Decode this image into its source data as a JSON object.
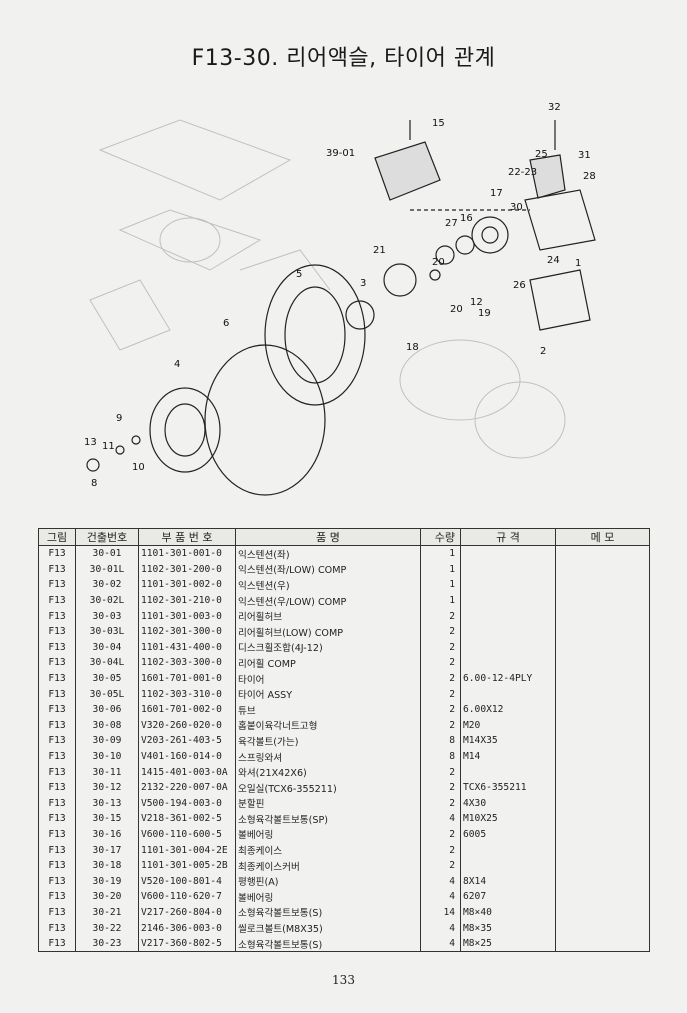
{
  "title": "F13-30. 리어액슬, 타이어 관계",
  "callouts": [
    "15",
    "39-01",
    "32",
    "25",
    "31",
    "22-23",
    "28",
    "17",
    "30",
    "27",
    "16",
    "24",
    "1",
    "21",
    "20",
    "5",
    "3",
    "20",
    "12",
    "19",
    "26",
    "2",
    "18",
    "6",
    "4",
    "9",
    "13",
    "11",
    "10",
    "8"
  ],
  "table": {
    "headers": [
      "그림",
      "건출번호",
      "부 품 번 호",
      "품      명",
      "수량",
      "규    격",
      "메   모"
    ],
    "rows": [
      [
        "F13",
        "30-01",
        "1101-301-001-0",
        "익스텐션(좌)",
        "1",
        "",
        ""
      ],
      [
        "F13",
        "30-01L",
        "1102-301-200-0",
        "익스텐션(좌/LOW) COMP",
        "1",
        "",
        ""
      ],
      [
        "F13",
        "30-02",
        "1101-301-002-0",
        "익스텐션(우)",
        "1",
        "",
        ""
      ],
      [
        "F13",
        "30-02L",
        "1102-301-210-0",
        "익스텐션(우/LOW) COMP",
        "1",
        "",
        ""
      ],
      [
        "F13",
        "30-03",
        "1101-301-003-0",
        "리어휠허브",
        "2",
        "",
        ""
      ],
      [
        "F13",
        "30-03L",
        "1102-301-300-0",
        "리어휠허브(LOW) COMP",
        "2",
        "",
        ""
      ],
      [
        "F13",
        "30-04",
        "1101-431-400-0",
        "디스크휠조합(4J-12)",
        "2",
        "",
        ""
      ],
      [
        "F13",
        "30-04L",
        "1102-303-300-0",
        "리어휠 COMP",
        "2",
        "",
        ""
      ],
      [
        "F13",
        "30-05",
        "1601-701-001-0",
        "타이어",
        "2",
        "6.00-12-4PLY",
        ""
      ],
      [
        "F13",
        "30-05L",
        "1102-303-310-0",
        "타이어 ASSY",
        "2",
        "",
        ""
      ],
      [
        "F13",
        "30-06",
        "1601-701-002-0",
        "튜브",
        "2",
        "6.00X12",
        ""
      ],
      [
        "F13",
        "30-08",
        "V320-260-020-0",
        "홈붙이육각너트고형",
        "2",
        "M20",
        ""
      ],
      [
        "F13",
        "30-09",
        "V203-261-403-5",
        "육각볼트(가는)",
        "8",
        "M14X35",
        ""
      ],
      [
        "F13",
        "30-10",
        "V401-160-014-0",
        "스프링와셔",
        "8",
        "M14",
        ""
      ],
      [
        "F13",
        "30-11",
        "1415-401-003-0A",
        "와셔(21X42X6)",
        "2",
        "",
        ""
      ],
      [
        "F13",
        "30-12",
        "2132-220-007-0A",
        "오일실(TCX6-355211)",
        "2",
        "TCX6-355211",
        ""
      ],
      [
        "F13",
        "30-13",
        "V500-194-003-0",
        "분할핀",
        "2",
        "4X30",
        ""
      ],
      [
        "F13",
        "30-15",
        "V218-361-002-5",
        "소형육각볼트보통(SP)",
        "4",
        "M10X25",
        ""
      ],
      [
        "F13",
        "30-16",
        "V600-110-600-5",
        "볼베어링",
        "2",
        "6005",
        ""
      ],
      [
        "F13",
        "30-17",
        "1101-301-004-2E",
        "최종케이스",
        "2",
        "",
        ""
      ],
      [
        "F13",
        "30-18",
        "1101-301-005-2B",
        "최종케이스커버",
        "2",
        "",
        ""
      ],
      [
        "F13",
        "30-19",
        "V520-100-801-4",
        "평행핀(A)",
        "4",
        "8X14",
        ""
      ],
      [
        "F13",
        "30-20",
        "V600-110-620-7",
        "볼베어링",
        "4",
        "6207",
        ""
      ],
      [
        "F13",
        "30-21",
        "V217-260-804-0",
        "소형육각볼트보통(S)",
        "14",
        "M8×40",
        ""
      ],
      [
        "F13",
        "30-22",
        "2146-306-003-0",
        "씰로크볼트(M8X35)",
        "4",
        "M8×35",
        ""
      ],
      [
        "F13",
        "30-23",
        "V217-360-802-5",
        "소형육각볼트보통(S)",
        "4",
        "M8×25",
        ""
      ]
    ]
  },
  "page_number": "133"
}
